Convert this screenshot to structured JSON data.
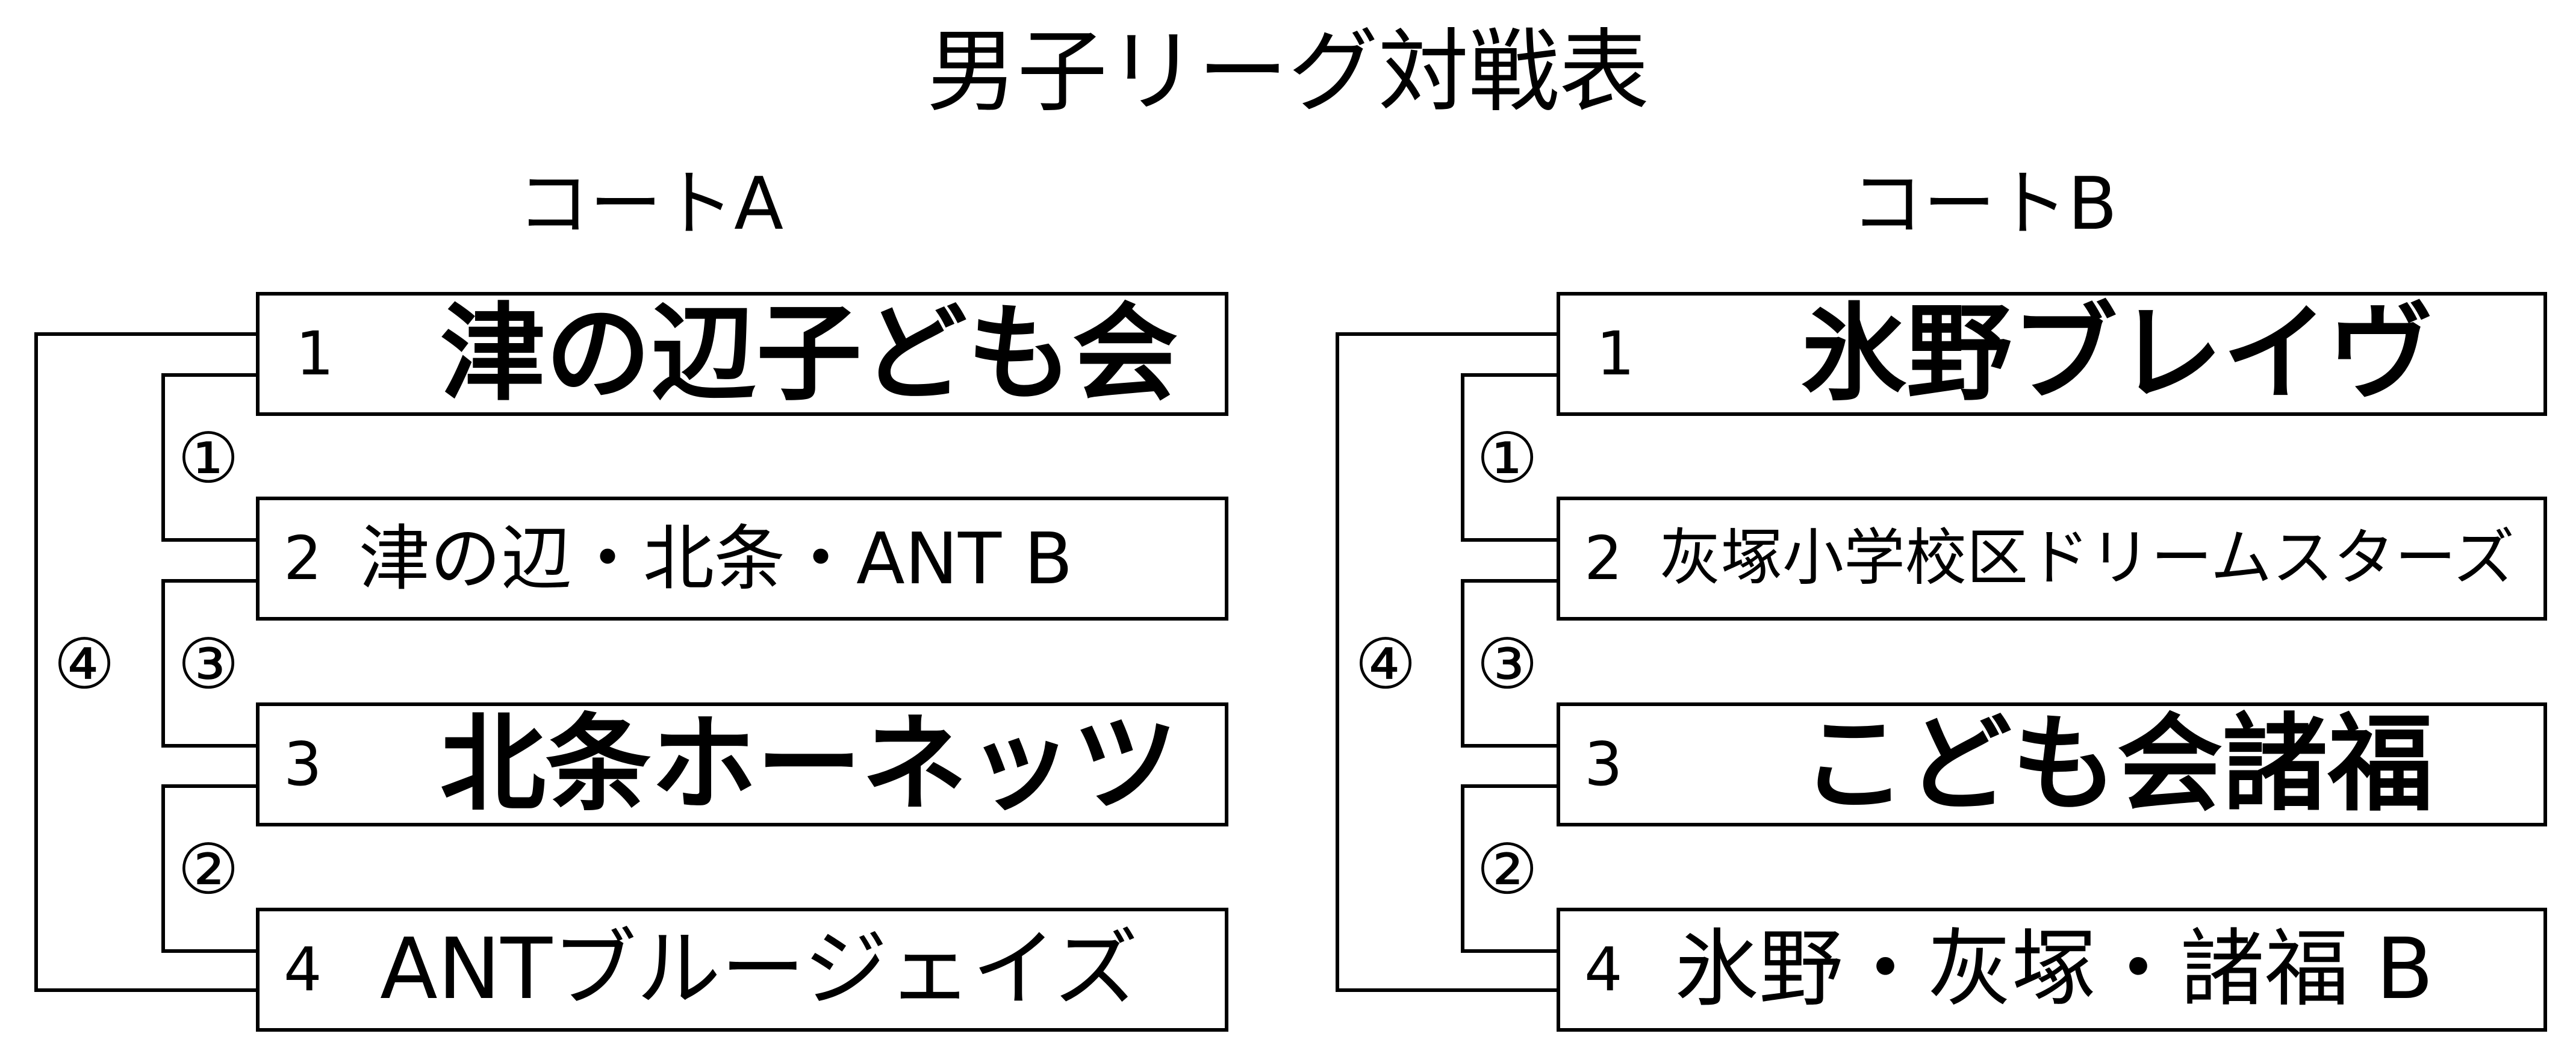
{
  "title": "男子リーグ対戦表",
  "courts": [
    {
      "label": "コートA",
      "teams": [
        {
          "seed": "1",
          "name": "津の辺子ども会"
        },
        {
          "seed": "2",
          "name": "津の辺・北条・ANT B"
        },
        {
          "seed": "3",
          "name": "北条ホーネッツ"
        },
        {
          "seed": "4",
          "name": "ANTブルージェイズ"
        }
      ],
      "matches": {
        "m1": "①",
        "m2": "②",
        "m3": "③",
        "m4": "④"
      }
    },
    {
      "label": "コートB",
      "teams": [
        {
          "seed": "1",
          "name": "氷野ブレイヴ"
        },
        {
          "seed": "2",
          "name": "灰塚小学校区ドリームスターズ"
        },
        {
          "seed": "3",
          "name": "こども会諸福"
        },
        {
          "seed": "4",
          "name": "氷野・灰塚・諸福 B"
        }
      ],
      "matches": {
        "m1": "①",
        "m2": "②",
        "m3": "③",
        "m4": "④"
      }
    }
  ]
}
